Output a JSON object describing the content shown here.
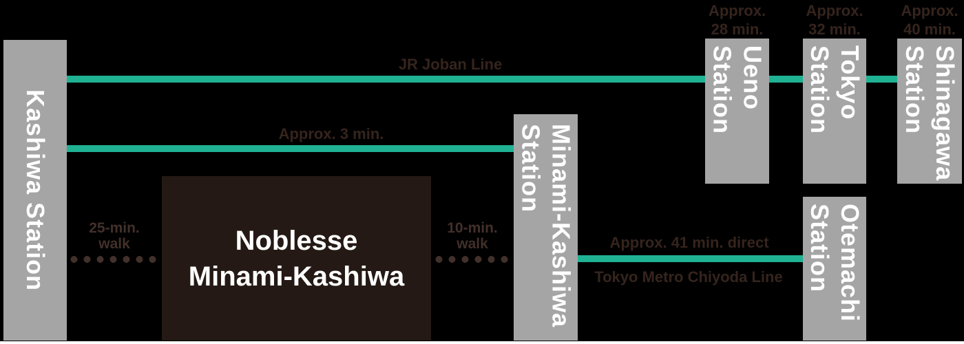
{
  "colors": {
    "line_green": "#1fb293",
    "station_gray": "#a5a5a5",
    "station_text": "#ffffff",
    "building_bg": "#241914",
    "label_brown": "#35241d",
    "walk_dot": "#42302a",
    "canvas_bg": "#000000"
  },
  "building": {
    "l1": "Noblesse",
    "l2": "Minami-Kashiwa"
  },
  "stations": {
    "kashiwa": {
      "name": "Kashiwa Station"
    },
    "minami_kashiwa": {
      "l1": "Minami-Kashiwa",
      "l2": "Station"
    },
    "ueno": {
      "l1": "Ueno",
      "l2": "Station",
      "time": {
        "l1": "Approx.",
        "l2": "28 min."
      }
    },
    "tokyo": {
      "l1": "Tokyo",
      "l2": "Station",
      "time": {
        "l1": "Approx.",
        "l2": "32 min."
      }
    },
    "shinagawa": {
      "l1": "Shinagawa",
      "l2": "Station",
      "time": {
        "l1": "Approx.",
        "l2": "40 min."
      }
    },
    "otemachi": {
      "l1": "Otemachi",
      "l2": "Station"
    }
  },
  "routes": {
    "jr_joban": {
      "label": "JR Joban Line"
    },
    "local": {
      "label": "Approx. 3 min."
    },
    "chiyoda": {
      "label_top": "Approx. 41 min. direct",
      "label_bottom": "Tokyo Metro Chiyoda Line"
    }
  },
  "walks": {
    "from_kashiwa": {
      "l1": "25-min.",
      "l2": "walk"
    },
    "to_minami_kashiwa": {
      "l1": "10-min.",
      "l2": "walk"
    }
  }
}
